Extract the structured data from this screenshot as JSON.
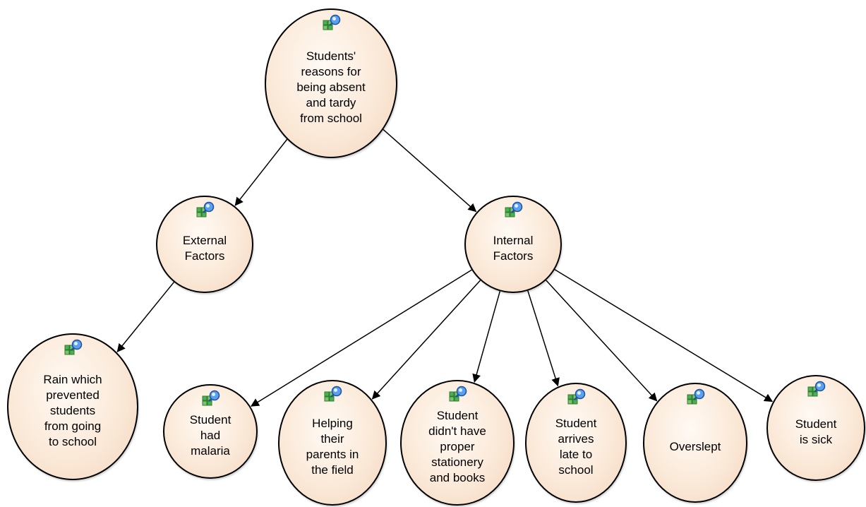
{
  "diagram": {
    "nodes": [
      {
        "id": "root",
        "label": "Students'\nreasons for\nbeing absent\nand tardy\nfrom school"
      },
      {
        "id": "external",
        "label": "External\nFactors"
      },
      {
        "id": "internal",
        "label": "Internal\nFactors"
      },
      {
        "id": "rain",
        "label": "Rain which\nprevented\nstudents\nfrom going\nto school"
      },
      {
        "id": "malaria",
        "label": "Student\nhad\nmalaria"
      },
      {
        "id": "helping",
        "label": "Helping\ntheir\nparents in\nthe field"
      },
      {
        "id": "stationery",
        "label": "Student\ndidn't have\nproper\nstationery\nand books"
      },
      {
        "id": "late",
        "label": "Student\narrives\nlate to\nschool"
      },
      {
        "id": "overslept",
        "label": "Overslept"
      },
      {
        "id": "sick",
        "label": "Student\nis sick"
      }
    ],
    "edges": [
      {
        "from": "root",
        "to": "external"
      },
      {
        "from": "root",
        "to": "internal"
      },
      {
        "from": "external",
        "to": "rain"
      },
      {
        "from": "internal",
        "to": "malaria"
      },
      {
        "from": "internal",
        "to": "helping"
      },
      {
        "from": "internal",
        "to": "stationery"
      },
      {
        "from": "internal",
        "to": "late"
      },
      {
        "from": "internal",
        "to": "overslept"
      },
      {
        "from": "internal",
        "to": "sick"
      }
    ],
    "node_icon": "node-property-icon",
    "colors": {
      "fill": "#fbe9d8",
      "stroke": "#000000",
      "icon_green": "#4caf50",
      "icon_blue": "#2f6fd6"
    }
  }
}
